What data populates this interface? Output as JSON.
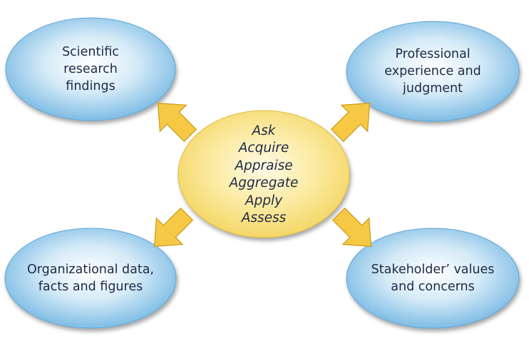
{
  "center": {
    "lines": [
      "Ask",
      "Acquire",
      "Appraise",
      "Aggregate",
      "Apply",
      "Assess"
    ]
  },
  "nodes": {
    "top_left": {
      "lines": [
        "Scientific",
        "research",
        "findings"
      ]
    },
    "top_right": {
      "lines": [
        "Professional",
        "experience and",
        "judgment"
      ]
    },
    "bottom_left": {
      "lines": [
        "Organizational data,",
        "facts and figures"
      ]
    },
    "bottom_right": {
      "lines": [
        "Stakeholder’ values",
        "and concerns"
      ]
    }
  },
  "colors": {
    "outer_fill": "#8ec3e6",
    "outer_highlight": "#ffffff",
    "center_fill": "#f8e27a",
    "center_highlight": "#fff9dc",
    "arrow_fill": "#f7c843",
    "arrow_stroke": "#c79a1a",
    "text": "#1f2a44"
  }
}
